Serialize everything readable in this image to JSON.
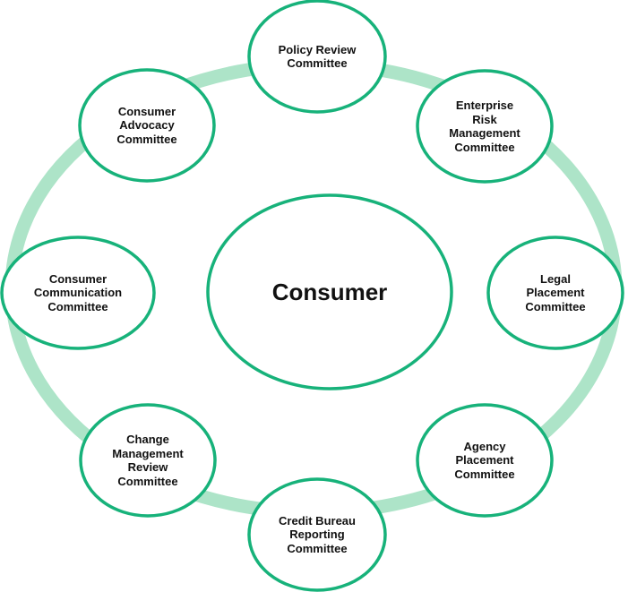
{
  "colors": {
    "ring": "#ade4c8",
    "stroke": "#17b27a",
    "fill": "#ffffff",
    "text": "#111111"
  },
  "center": {
    "label": "Consumer"
  },
  "committees": [
    {
      "id": "policy-review",
      "label": "Policy Review\nCommittee"
    },
    {
      "id": "enterprise-risk",
      "label": "Enterprise\nRisk\nManagement\nCommittee"
    },
    {
      "id": "legal-placement",
      "label": "Legal\nPlacement\nCommittee"
    },
    {
      "id": "agency-placement",
      "label": "Agency\nPlacement\nCommittee"
    },
    {
      "id": "credit-bureau",
      "label": "Credit Bureau\nReporting\nCommittee"
    },
    {
      "id": "change-management",
      "label": "Change\nManagement\nReview\nCommittee"
    },
    {
      "id": "consumer-communication",
      "label": "Consumer\nCommunication\nCommittee"
    },
    {
      "id": "consumer-advocacy",
      "label": "Consumer\nAdvocacy\nCommittee"
    }
  ]
}
